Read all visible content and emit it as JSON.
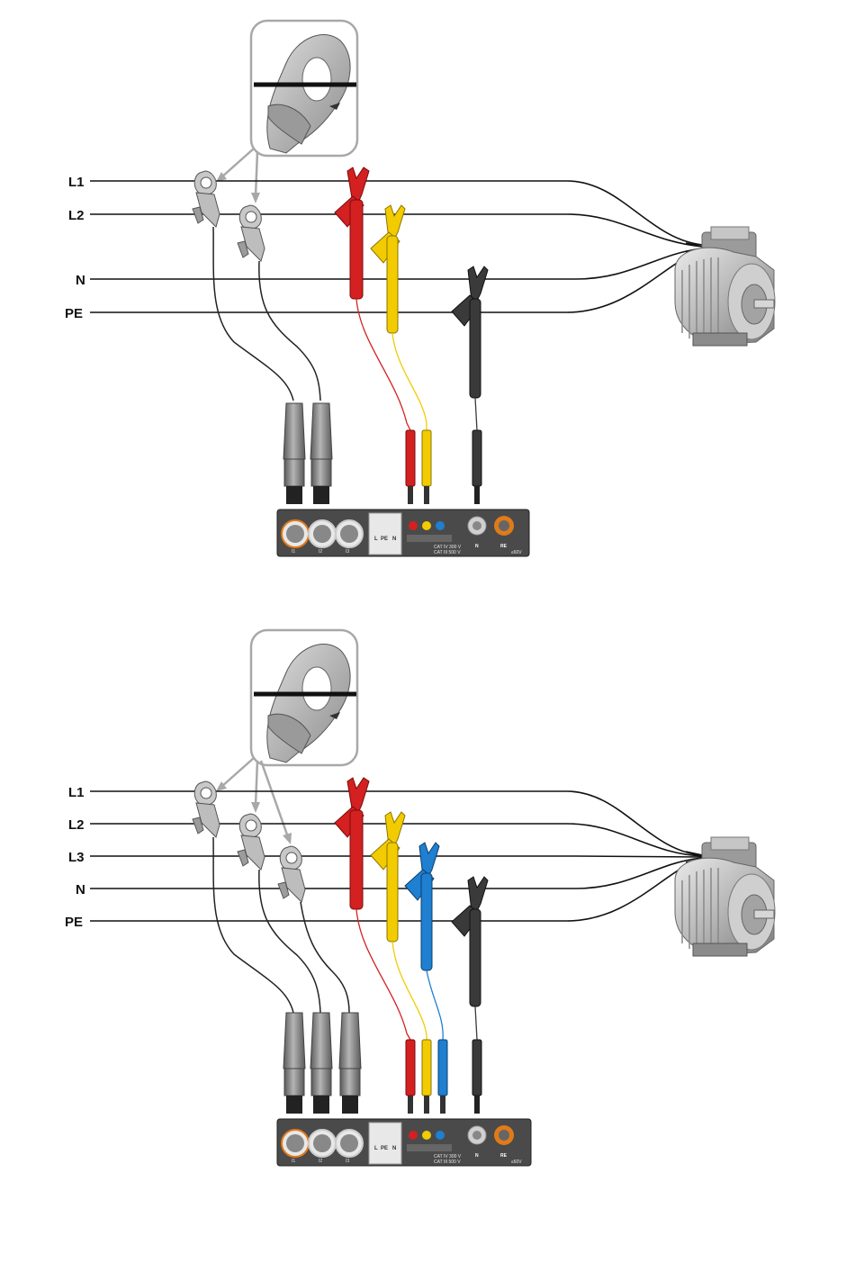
{
  "diagram1": {
    "lines": [
      "L1",
      "L2",
      "N",
      "PE"
    ],
    "probes": [
      "red",
      "yellow",
      "black"
    ],
    "clamps": 2
  },
  "diagram2": {
    "lines": [
      "L1",
      "L2",
      "L3",
      "N",
      "PE"
    ],
    "probes": [
      "red",
      "yellow",
      "blue",
      "black"
    ],
    "clamps": 3
  },
  "meter_panel": {
    "inputs": [
      "I1",
      "I2",
      "I3"
    ],
    "terminals": [
      "L",
      "PE",
      "N"
    ],
    "cat_rating_1": "CAT IV 300 V",
    "cat_rating_2": "CAT III 500 V",
    "aux_labels": [
      "N",
      "RE"
    ],
    "extra": "≤60V"
  },
  "colors": {
    "line": "#111111",
    "clamp": "#a9a9a9",
    "red_probe": "#d42020",
    "yellow_probe": "#f2cc00",
    "blue_probe": "#1f7fd0",
    "black_probe": "#3a3a3a",
    "panel": "#4a4a4a",
    "accent": "#e07a1a"
  }
}
